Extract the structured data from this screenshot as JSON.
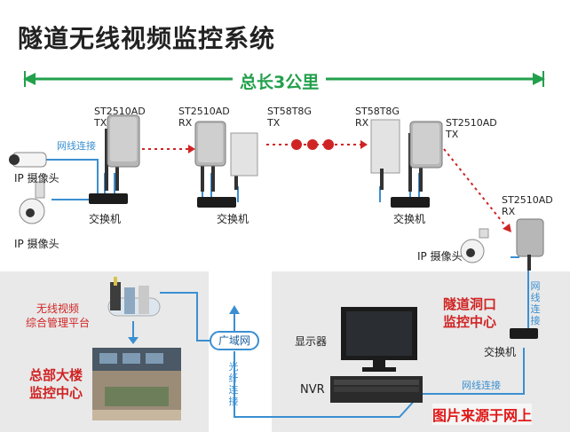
{
  "title": "隧道无线视频监控系统",
  "total_length": "总长3公里",
  "nodes": {
    "tx1": {
      "model": "ST2510AD",
      "role": "TX"
    },
    "rx1": {
      "model": "ST2510AD",
      "role": "RX"
    },
    "tx2": {
      "model": "ST58T8G",
      "role": "TX"
    },
    "rx2": {
      "model": "ST58T8G",
      "role": "RX"
    },
    "tx3": {
      "model": "ST2510AD",
      "role": "TX"
    },
    "rx3": {
      "model": "ST2510AD",
      "role": "RX"
    }
  },
  "labels": {
    "network_link": "网线连接",
    "ip_camera": "IP 摄像头",
    "switch": "交换机",
    "wireless_platform": "无线视频\n综合管理平台",
    "hq_center": "总部大楼\n监控中心",
    "tunnel_center": "隧道洞口\n监控中心",
    "display": "显示器",
    "nvr": "NVR",
    "wan": "广域网",
    "fiber": "光纤连接",
    "network_link_vert": "网线连接"
  },
  "watermark": "图片来源于网上",
  "colors": {
    "arrow_green": "#22a04b",
    "link_blue": "#3b8fd1",
    "wireless_red": "#d02424"
  }
}
